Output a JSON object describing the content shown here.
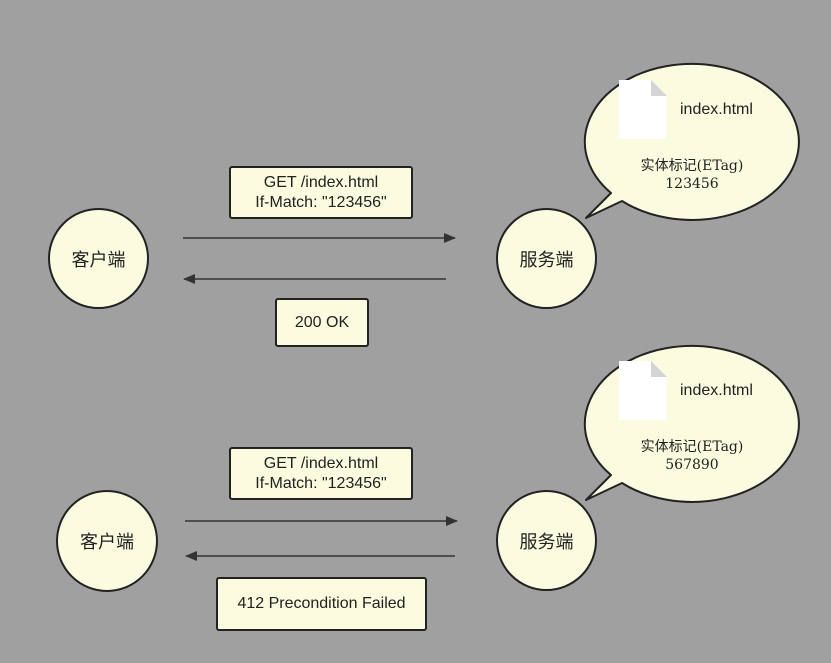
{
  "scenarios": [
    {
      "client_label": "客户端",
      "server_label": "服务端",
      "request_lines": [
        "GET /index.html",
        "If-Match: \"123456\""
      ],
      "response": "200 OK",
      "server_file": {
        "name": "index.html",
        "etag_label": "实体标记(ETag)",
        "etag_value": "123456"
      }
    },
    {
      "client_label": "客户端",
      "server_label": "服务端",
      "request_lines": [
        "GET /index.html",
        "If-Match: \"123456\""
      ],
      "response": "412 Precondition Failed",
      "server_file": {
        "name": "index.html",
        "etag_label": "实体标记(ETag)",
        "etag_value": "567890"
      }
    }
  ],
  "colors": {
    "background": "#a0a0a0",
    "node_fill": "#fbfbdf",
    "stroke": "#222222",
    "file_icon": "#ffffff"
  }
}
